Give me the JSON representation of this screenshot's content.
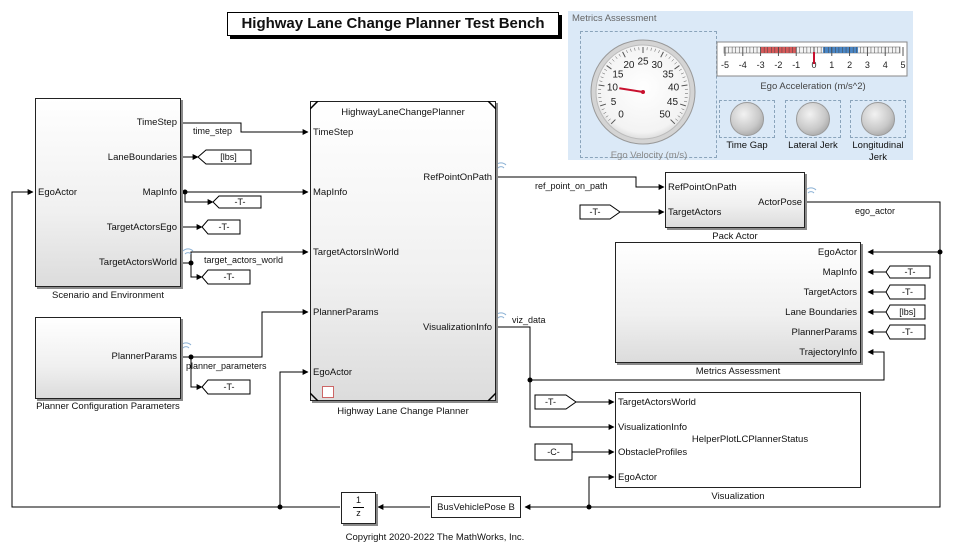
{
  "title": "Highway Lane Change Planner Test Bench",
  "copyright": "Copyright 2020-2022 The MathWorks, Inc.",
  "dashboard": {
    "label": "Metrics Assessment",
    "velocity_label": "Ego Velocity (m/s)",
    "velocity_ticks": [
      "0",
      "5",
      "10",
      "15",
      "20",
      "25",
      "30",
      "35",
      "40",
      "45",
      "50"
    ],
    "velocity_value": 10,
    "accel_label": "Ego Acceleration (m/s^2)",
    "accel_ticks": [
      "-5",
      "-4",
      "-3",
      "-2",
      "-1",
      "0",
      "1",
      "2",
      "3",
      "4",
      "5"
    ],
    "accel_value": 0,
    "lamps": [
      {
        "label": "Time Gap"
      },
      {
        "label": "Lateral Jerk"
      },
      {
        "label": "Longitudinal Jerk"
      }
    ]
  },
  "blocks": {
    "scenario": {
      "name": "Scenario and Environment",
      "in_ports": [
        "EgoActor"
      ],
      "out_ports": [
        "TimeStep",
        "LaneBoundaries",
        "MapInfo",
        "TargetActorsEgo",
        "TargetActorsWorld"
      ]
    },
    "planner_config": {
      "name": "Planner Configuration Parameters",
      "out_ports": [
        "PlannerParams"
      ]
    },
    "planner": {
      "name": "Highway Lane Change Planner",
      "inner_title": "HighwayLaneChangePlanner",
      "in_ports": [
        "TimeStep",
        "MapInfo",
        "TargetActorsInWorld",
        "PlannerParams",
        "EgoActor"
      ],
      "out_ports": [
        "RefPointOnPath",
        "VisualizationInfo"
      ]
    },
    "pack_actor": {
      "name": "Pack Actor",
      "in_ports": [
        "RefPointOnPath",
        "TargetActors"
      ],
      "out_ports": [
        "ActorPose"
      ]
    },
    "metrics": {
      "name": "Metrics Assessment",
      "in_ports": [
        "EgoActor",
        "MapInfo",
        "TargetActors",
        "Lane Boundaries",
        "PlannerParams",
        "TrajectoryInfo"
      ]
    },
    "visualization": {
      "name": "Visualization",
      "inner_title": "HelperPlotLCPlannerStatus",
      "in_ports": [
        "TargetActorsWorld",
        "VisualizationInfo",
        "ObstacleProfiles",
        "EgoActor"
      ]
    },
    "unit_delay": {
      "num": "1",
      "den": "z"
    },
    "bus_pose": {
      "name": "BusVehiclePose B"
    }
  },
  "signals": {
    "time_step": "time_step",
    "target_actors_world": "target_actors_world",
    "planner_parameters": "planner_parameters",
    "ref_point_on_path": "ref_point_on_path",
    "viz_data": "viz_data",
    "ego_actor": "ego_actor"
  },
  "tags": {
    "lbs": "[lbs]",
    "goto": "-T-",
    "constant": "-C-"
  }
}
